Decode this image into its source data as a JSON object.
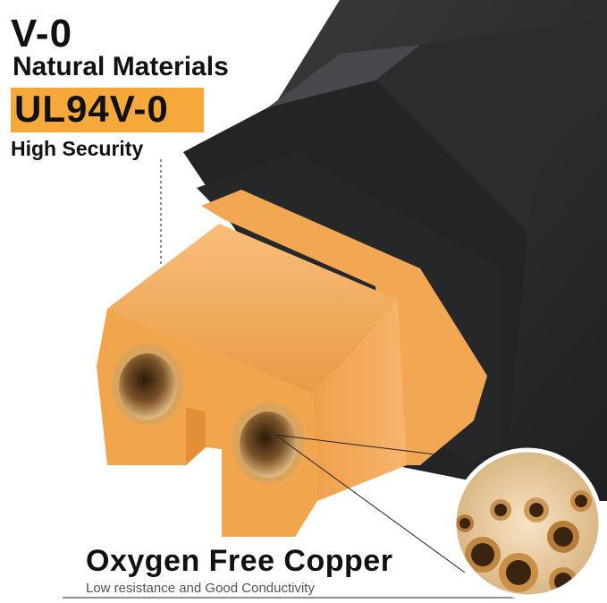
{
  "labels": {
    "grade": "V-0",
    "materials": "Natural Materials",
    "standard": "UL94V-0",
    "security": "High Security",
    "copper_title": "Oxygen Free Copper",
    "copper_subtitle": "Low resistance and Good Conductivity"
  },
  "colors": {
    "badge": "#f7a83a",
    "housing": "#2d2e30",
    "connector": "#f2a24a",
    "copper": "#c89a5a"
  }
}
